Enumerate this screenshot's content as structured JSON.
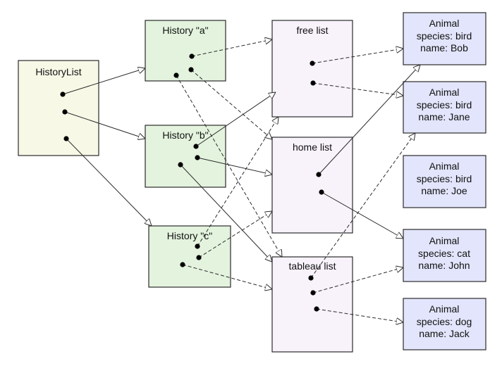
{
  "colors": {
    "historylist_fill": "#f7f8e6",
    "history_fill": "#e3f3de",
    "list_fill": "#f8f2fb",
    "animal_fill": "#e2e5fb",
    "stroke": "#2b2b2b"
  },
  "boxes": {
    "historylist": {
      "label": "HistoryList"
    },
    "history_a": {
      "label": "History \"a\""
    },
    "history_b": {
      "label": "History \"b\""
    },
    "history_c": {
      "label": "History \"c\""
    },
    "free_list": {
      "label": "free list"
    },
    "home_list": {
      "label": "home list"
    },
    "tableau_list": {
      "label": "tableau list"
    },
    "animal_bob": {
      "lines": [
        "Animal",
        "species: bird",
        "name: Bob"
      ]
    },
    "animal_jane": {
      "lines": [
        "Animal",
        "species: bird",
        "name: Jane"
      ]
    },
    "animal_joe": {
      "lines": [
        "Animal",
        "species: bird",
        "name: Joe"
      ]
    },
    "animal_john": {
      "lines": [
        "Animal",
        "species: cat",
        "name: John"
      ]
    },
    "animal_jack": {
      "lines": [
        "Animal",
        "species: dog",
        "name: Jack"
      ]
    }
  }
}
